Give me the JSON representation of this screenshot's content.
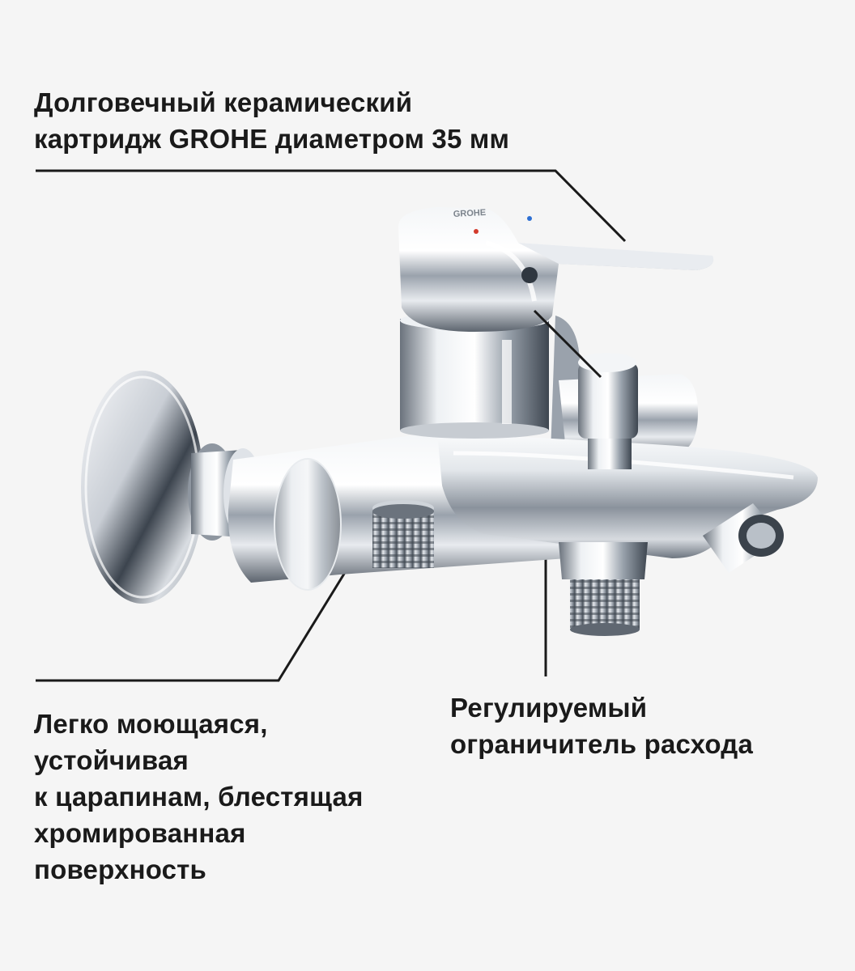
{
  "callouts": {
    "cartridge": {
      "lines": [
        "Долговечный керамический",
        "картридж GROHE диаметром 35 мм"
      ]
    },
    "surface": {
      "lines": [
        "Легко моющаяся,",
        "устойчивая",
        "к царапинам, блестящая",
        "хромированная",
        "поверхность"
      ]
    },
    "flow": {
      "lines": [
        "Регулируемый",
        "ограничитель расхода"
      ]
    }
  },
  "logo_text": "GROHE",
  "colors": {
    "background": "#f5f5f5",
    "text": "#1a1a1a",
    "leader_line": "#1a1a1a",
    "chrome_light": "#f2f4f6",
    "chrome_mid": "#b8bec6",
    "chrome_dark": "#4a525c"
  }
}
